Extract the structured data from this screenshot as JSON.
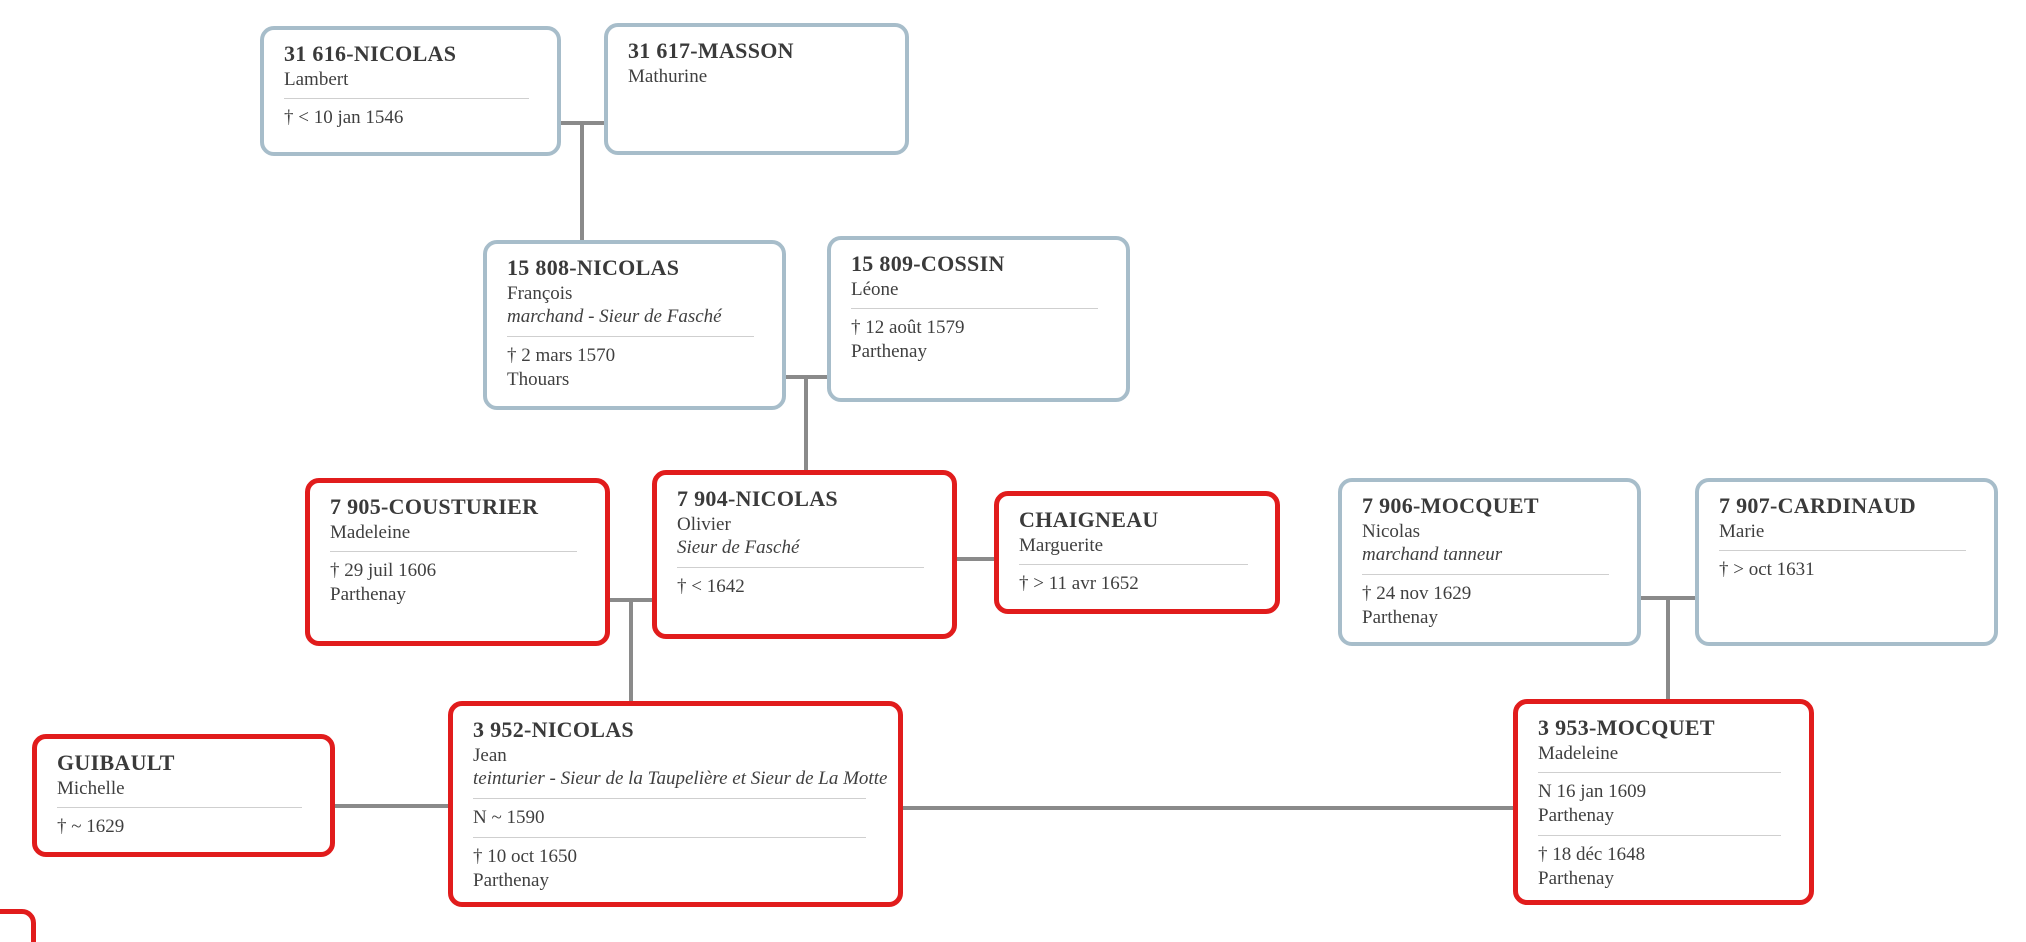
{
  "style": {
    "ancestor_border_color": "#a7bdca",
    "highlight_border_color": "#e11c1c",
    "connector_color": "#8a8a8a",
    "background_color": "#ffffff"
  },
  "persons": [
    {
      "name": "31 616-NICOLAS",
      "given": "Lambert",
      "death": "† < 10 jan 1546"
    },
    {
      "name": "31 617-MASSON",
      "given": "Mathurine"
    },
    {
      "name": "15 808-NICOLAS",
      "given": "François",
      "occupation": "marchand - Sieur de Fasché",
      "death": "† 2 mars 1570",
      "death_place": "Thouars"
    },
    {
      "name": "15 809-COSSIN",
      "given": "Léone",
      "death": "† 12 août 1579",
      "death_place": "Parthenay"
    },
    {
      "name": "7 905-COUSTURIER",
      "given": "Madeleine",
      "death": "† 29 juil 1606",
      "death_place": "Parthenay"
    },
    {
      "name": "7 904-NICOLAS",
      "given": "Olivier",
      "occupation": "Sieur de Fasché",
      "death": "† < 1642"
    },
    {
      "name": "CHAIGNEAU",
      "given": "Marguerite",
      "death": "† > 11 avr 1652"
    },
    {
      "name": "7 906-MOCQUET",
      "given": "Nicolas",
      "occupation": "marchand tanneur",
      "death": "† 24 nov 1629",
      "death_place": "Parthenay"
    },
    {
      "name": "7 907-CARDINAUD",
      "given": "Marie",
      "death": "† > oct 1631"
    },
    {
      "name": "GUIBAULT",
      "given": "Michelle",
      "death": "† ~ 1629"
    },
    {
      "name": "3 952-NICOLAS",
      "given": "Jean",
      "occupation": "teinturier - Sieur de la Taupelière et Sieur de La Motte",
      "birth": "N ~ 1590",
      "death": "† 10 oct 1650",
      "death_place": "Parthenay"
    },
    {
      "name": "3 953-MOCQUET",
      "given": "Madeleine",
      "birth": "N 16 jan 1609",
      "birth_place": "Parthenay",
      "death": "† 18 déc 1648",
      "death_place": "Parthenay"
    }
  ]
}
